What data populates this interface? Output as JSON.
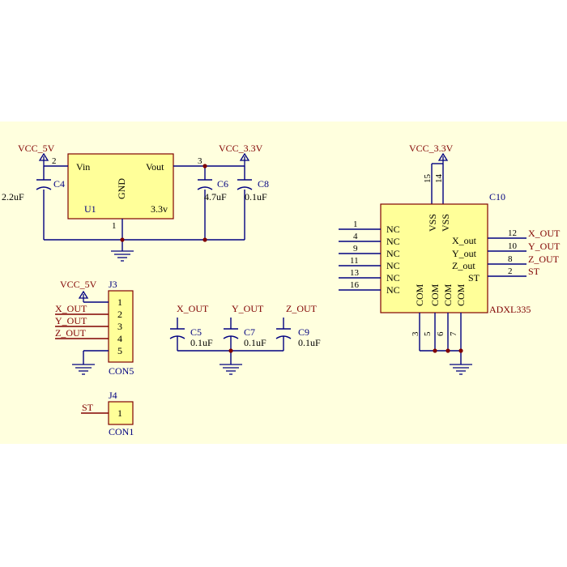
{
  "regulator": {
    "vin_net": "VCC_5V",
    "vout_net": "VCC_3.3V",
    "ref": "U1",
    "value": "3.3v",
    "pin_vin": "Vin",
    "pin_vout": "Vout",
    "pin_gnd": "GND",
    "pin_num_vin": "2",
    "pin_num_vout": "3",
    "pin_num_gnd": "1",
    "c4": {
      "ref": "C4",
      "value": "2.2uF"
    },
    "c6": {
      "ref": "C6",
      "value": "4.7uF"
    },
    "c8": {
      "ref": "C8",
      "value": "0.1uF"
    }
  },
  "sensor": {
    "ref": "C10",
    "part": "ADXL335",
    "supply_net": "VCC_3.3V",
    "left_pins": [
      {
        "num": "1",
        "name": "NC"
      },
      {
        "num": "4",
        "name": "NC"
      },
      {
        "num": "9",
        "name": "NC"
      },
      {
        "num": "11",
        "name": "NC"
      },
      {
        "num": "13",
        "name": "NC"
      },
      {
        "num": "16",
        "name": "NC"
      }
    ],
    "right_pins": [
      {
        "num": "12",
        "name": "X_out",
        "net": "X_OUT"
      },
      {
        "num": "10",
        "name": "Y_out",
        "net": "Y_OUT"
      },
      {
        "num": "8",
        "name": "Z_out",
        "net": "Z_OUT"
      },
      {
        "num": "2",
        "name": "ST",
        "net": "ST"
      }
    ],
    "top_pins": [
      {
        "num": "15",
        "name": "VSS"
      },
      {
        "num": "14",
        "name": "VSS"
      }
    ],
    "bottom_pins": [
      {
        "num": "3",
        "name": "COM"
      },
      {
        "num": "5",
        "name": "COM"
      },
      {
        "num": "6",
        "name": "COM"
      },
      {
        "num": "7",
        "name": "COM"
      }
    ]
  },
  "header_j3": {
    "ref": "J3",
    "type": "CON5",
    "power_net": "VCC_5V",
    "pins": [
      {
        "num": "1",
        "net": ""
      },
      {
        "num": "2",
        "net": "X_OUT"
      },
      {
        "num": "3",
        "net": "Y_OUT"
      },
      {
        "num": "4",
        "net": "Z_OUT"
      },
      {
        "num": "5",
        "net": ""
      }
    ]
  },
  "header_j4": {
    "ref": "J4",
    "type": "CON1",
    "pin_num": "1",
    "net": "ST"
  },
  "filter_caps": [
    {
      "net": "X_OUT",
      "ref": "C5",
      "value": "0.1uF"
    },
    {
      "net": "Y_OUT",
      "ref": "C7",
      "value": "0.1uF"
    },
    {
      "net": "Z_OUT",
      "ref": "C9",
      "value": "0.1uF"
    }
  ]
}
